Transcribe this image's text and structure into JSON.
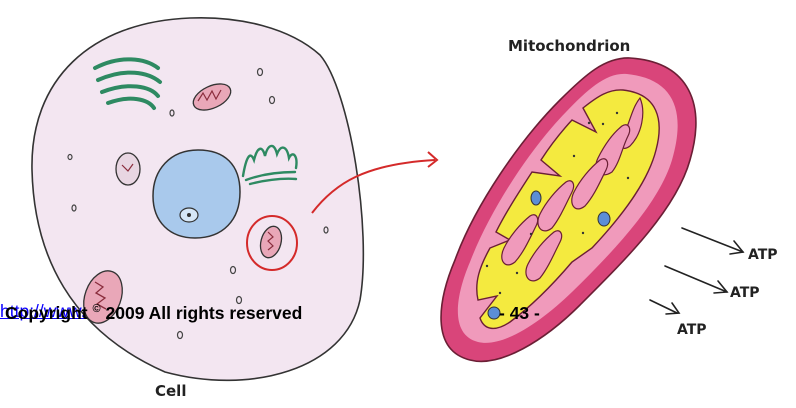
{
  "labels": {
    "mitochondrion": "Mitochondrion",
    "cell": "Cell",
    "atp": [
      "ATP",
      "ATP",
      "ATP"
    ]
  },
  "footer": {
    "copyright_prefix": "Copyright",
    "copyright_symbol": "©",
    "copyright_rest": "2009 All rights reserved",
    "page": "- 43 -",
    "link": "http://www."
  },
  "colors": {
    "cell_fill": "#f3e6f1",
    "nucleus": "#a9c9ec",
    "golgi": "#2e8a62",
    "mito_outer": "#d9457a",
    "mito_inner": "#f4ea3f",
    "arrow": "#d42a2a",
    "link": "#0b00ff"
  }
}
